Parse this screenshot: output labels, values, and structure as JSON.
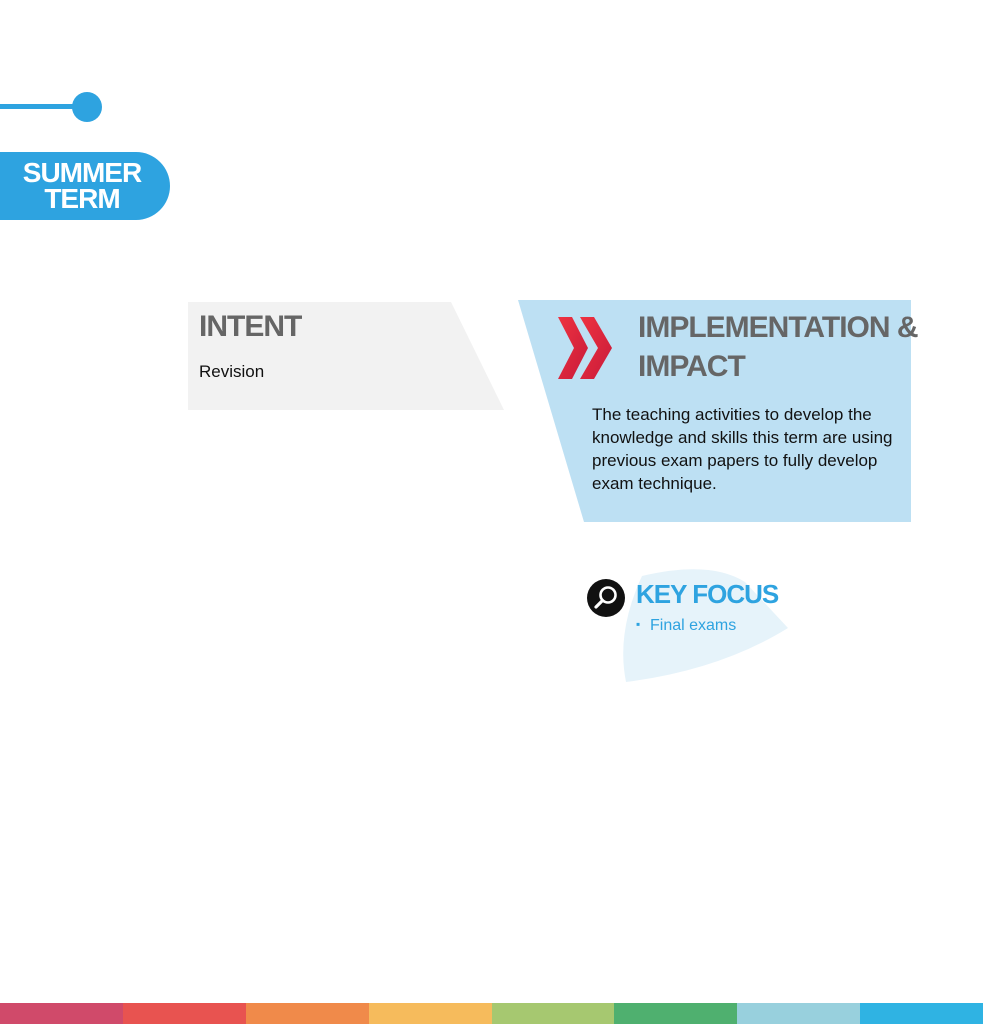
{
  "term": {
    "line1": "SUMMER",
    "line2": "TERM"
  },
  "intent": {
    "title": "INTENT",
    "body": "Revision"
  },
  "implementation": {
    "title": "IMPLEMENTATION & IMPACT",
    "body": "The teaching activities to develop the knowledge and skills this term are using previous exam papers to fully develop exam technique."
  },
  "key_focus": {
    "title": "KEY FOCUS",
    "items": [
      "Final exams"
    ]
  },
  "icons": {
    "impl_icon": "double-chevron-right-icon",
    "focus_icon": "search-icon"
  },
  "colors": {
    "accent_blue": "#2ea3e0",
    "impl_panel": "#bde0f3",
    "intent_panel": "#f2f2f2",
    "chevron_red": "#e0263a",
    "stripe": [
      "#d04a6a",
      "#e85350",
      "#f08a4a",
      "#f6bb5c",
      "#a6c870",
      "#4fb06f",
      "#98d0dd",
      "#2fb3e3"
    ]
  }
}
